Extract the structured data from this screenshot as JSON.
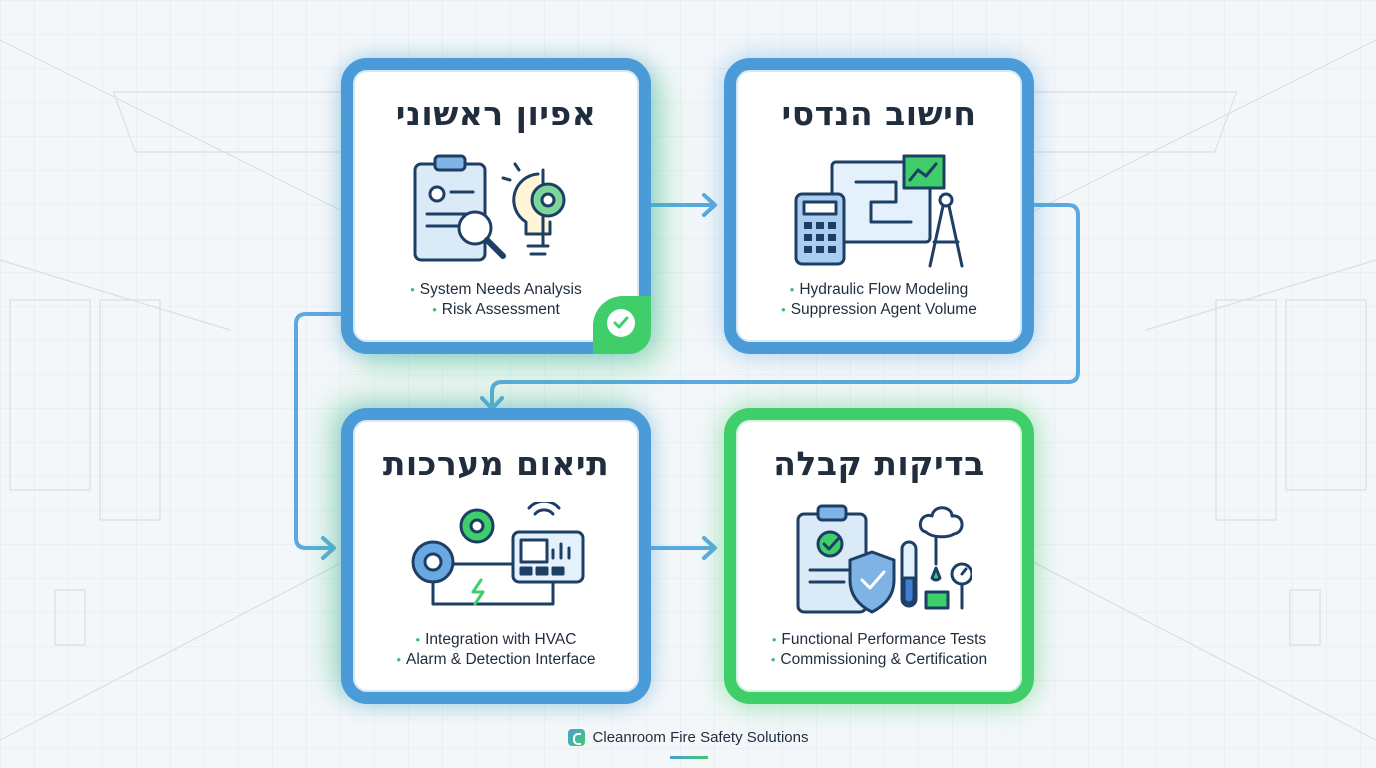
{
  "steps": [
    {
      "title": "אפיון ראשוני",
      "items": [
        "System Needs Analysis",
        "Risk Assessment"
      ],
      "icon": "clipboard-lightbulb-gear-icon",
      "completed": true
    },
    {
      "title": "חישוב הנדסי",
      "items": [
        "Hydraulic Flow Modeling",
        "Suppression Agent Volume"
      ],
      "icon": "calculator-blueprint-compass-icon"
    },
    {
      "title": "תיאום מערכות",
      "items": [
        "Integration with HVAC",
        "Alarm & Detection Interface"
      ],
      "icon": "gears-control-panel-icon"
    },
    {
      "title": "בדיקות קבלה",
      "items": [
        "Functional Performance Tests",
        "Commissioning & Certification"
      ],
      "icon": "clipboard-shield-test-tube-icon"
    }
  ],
  "footer": {
    "brand": "Cleanroom Fire Safety Solutions"
  },
  "colors": {
    "blue": "#4a9bd8",
    "green": "#3fce6a",
    "text": "#1f2d3d"
  }
}
